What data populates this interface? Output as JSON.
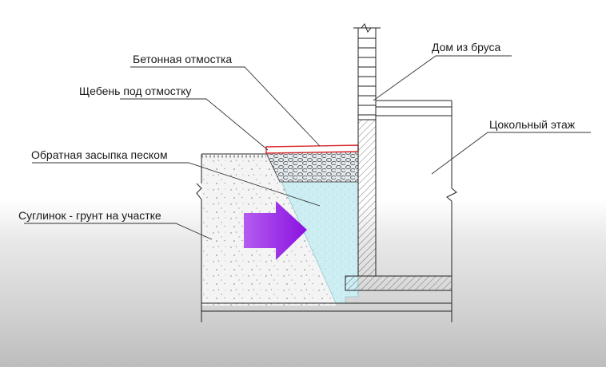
{
  "labels": {
    "concrete_blind_area": "Бетонная отмостка",
    "crushed_stone": "Щебень под отмостку",
    "sand_backfill": "Обратная засыпка песком",
    "loam_soil": "Суглинок - грунт на участке",
    "timber_house": "Дом из бруса",
    "basement_floor": "Цокольный этаж"
  },
  "colors": {
    "sand": "#cdeef3",
    "arrow": "#9b1fe6",
    "blind_area_edge": "#d9262b",
    "soil": "#f4f4f4",
    "gravel": "#dfe6ea"
  },
  "icons": {
    "pressure_arrow": "arrow-right-icon"
  }
}
